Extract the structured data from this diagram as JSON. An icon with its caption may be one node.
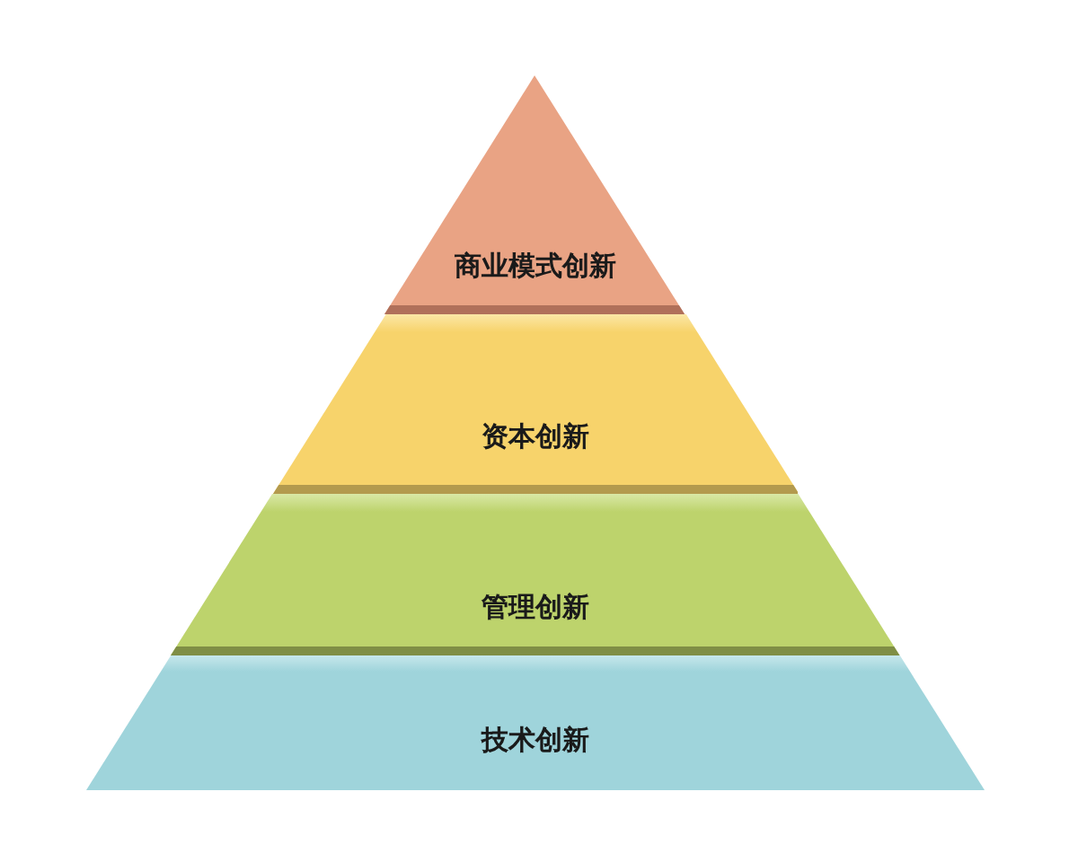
{
  "diagram": {
    "nodes": [
      {
        "text": [
          "商业模式创新"
        ]
      },
      {
        "text": [
          "资本创新"
        ]
      },
      {
        "text": [
          "管理创新"
        ]
      },
      {
        "text": [
          "技术创新"
        ]
      }
    ]
  }
}
